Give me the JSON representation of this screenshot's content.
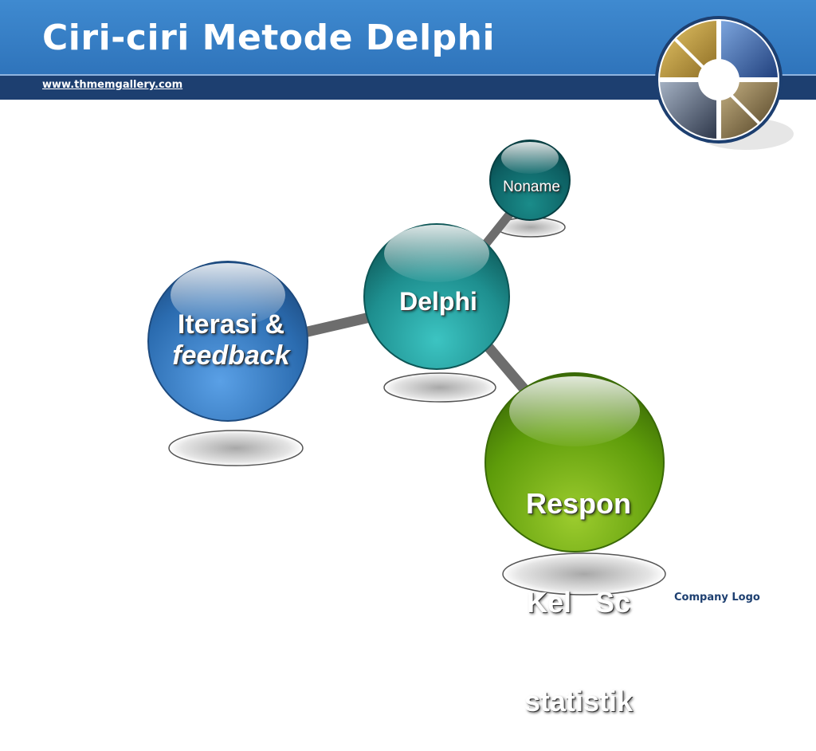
{
  "header": {
    "title": "Ciri-ciri Metode Delphi",
    "url": "www.thmemgallery.com"
  },
  "diagram": {
    "center": {
      "label": "Delphi"
    },
    "nodes": [
      {
        "label": "Noname"
      },
      {
        "label_line1": "Iterasi &",
        "label_line2": "feedback"
      },
      {
        "label_line1": "Respon",
        "label_line2": "Kel   Sc",
        "label_line3": "statistik"
      }
    ]
  },
  "footer": {
    "company_logo": "Company Logo"
  },
  "colors": {
    "header_blue": "#3684c8",
    "header_dark": "#1d3f70",
    "teal": "#1e8f8f",
    "dark_teal": "#0d5f62",
    "blue": "#2b6cb0",
    "green": "#5e9c0a"
  }
}
